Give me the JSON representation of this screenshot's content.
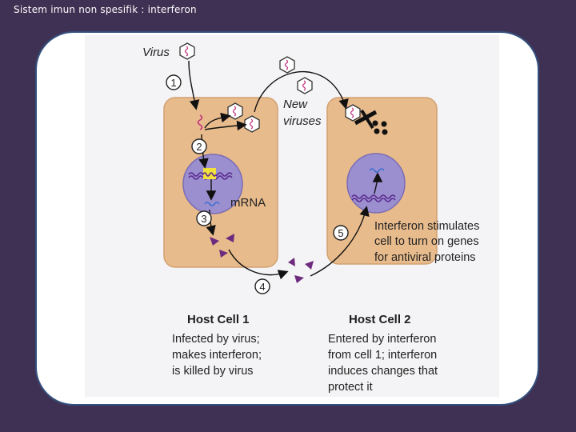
{
  "slide": {
    "title": "Sistem imun non spesifik : interferon"
  },
  "figure": {
    "virus_label": "Virus",
    "new_viruses": [
      "New",
      "viruses"
    ],
    "mrna_label": "mRNA",
    "steps": [
      "1",
      "2",
      "3",
      "4",
      "5"
    ],
    "step5_text": [
      "Interferon stimulates",
      "cell to turn on genes",
      "for antiviral proteins"
    ],
    "cell1": {
      "title": "Host Cell 1",
      "caption": [
        "Infected by virus;",
        "makes interferon;",
        "is killed by virus"
      ]
    },
    "cell2": {
      "title": "Host Cell 2",
      "caption": [
        "Entered by interferon",
        "from cell 1; interferon",
        "induces changes that",
        "protect it"
      ]
    }
  },
  "colors": {
    "background": "#3f3153",
    "frame_border": "#34507e",
    "cell_fill": "#e8bb8c",
    "nucleus_fill": "#9b8fd0",
    "interferon": "#6e2a7e",
    "virus_rna": "#c0307c"
  }
}
